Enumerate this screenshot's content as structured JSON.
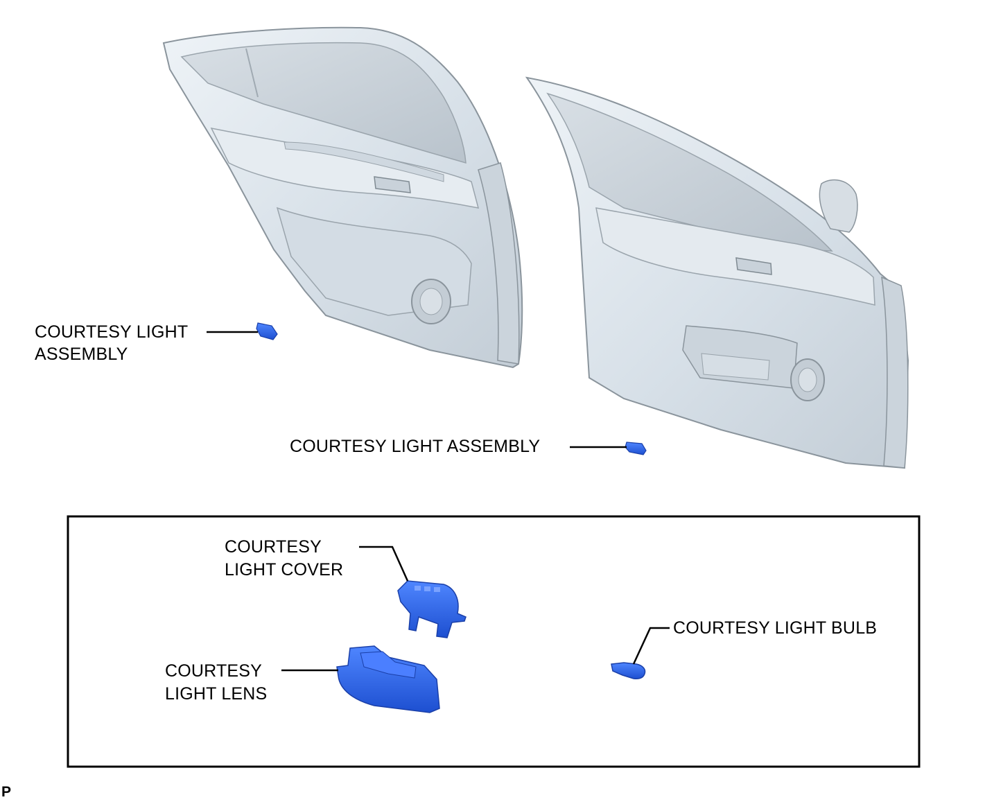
{
  "labels": {
    "rear_assembly": [
      "COURTESY LIGHT",
      "ASSEMBLY"
    ],
    "front_assembly": "COURTESY LIGHT ASSEMBLY",
    "cover": [
      "COURTESY",
      "LIGHT COVER"
    ],
    "lens": [
      "COURTESY",
      "LIGHT LENS"
    ],
    "bulb": "COURTESY LIGHT BULB"
  },
  "corner_mark": "P",
  "colors": {
    "door_panel": "#dde5ec",
    "door_edge": "#8a949c",
    "window": "#c6ced6",
    "part_highlight": "#2f63e6",
    "line": "#000000"
  }
}
